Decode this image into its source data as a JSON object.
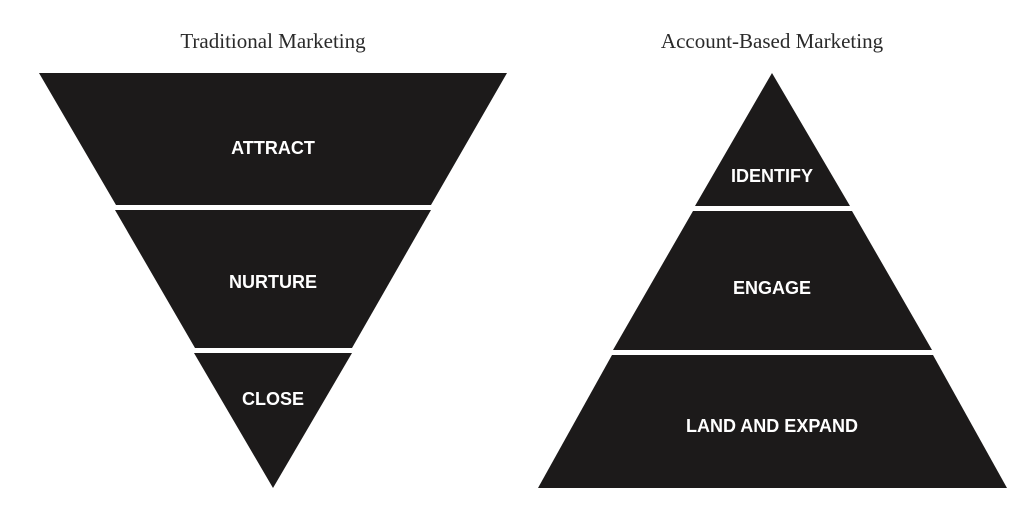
{
  "colors": {
    "shape_fill": "#1c1a1a",
    "label_text": "#ffffff",
    "heading_text": "#2a2a2a",
    "background": "#ffffff"
  },
  "traditional": {
    "heading": "Traditional Marketing",
    "stages": [
      "ATTRACT",
      "NURTURE",
      "CLOSE"
    ]
  },
  "account_based": {
    "heading": "Account-Based Marketing",
    "stages": [
      "IDENTIFY",
      "ENGAGE",
      "LAND AND EXPAND"
    ]
  }
}
